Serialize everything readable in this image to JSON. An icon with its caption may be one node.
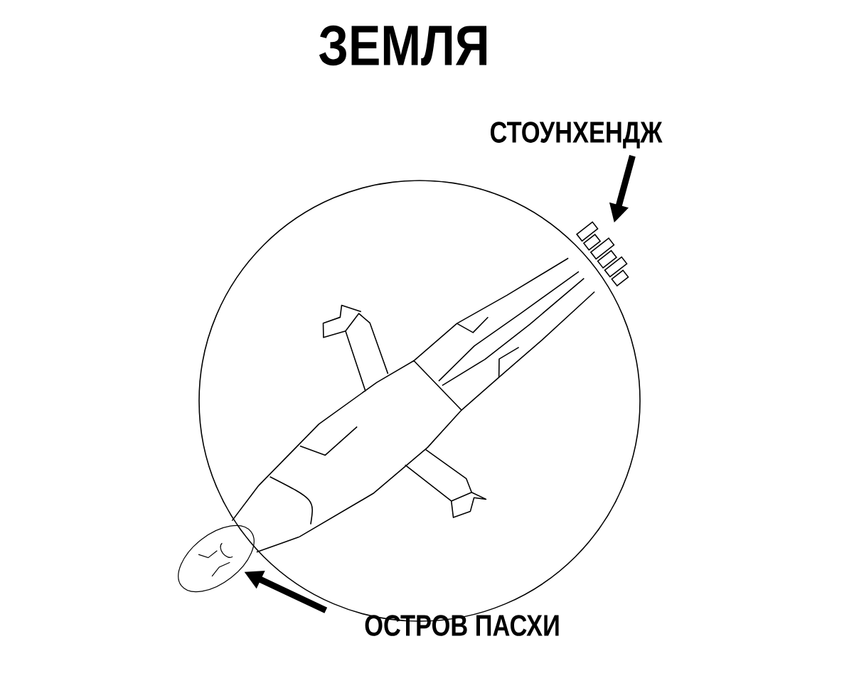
{
  "diagram": {
    "title": "ЗЕМЛЯ",
    "nodes": [
      {
        "text": [
          "СТОУНХЕНДЖ"
        ]
      },
      {
        "text": [],
        "shape": "picture"
      },
      {
        "text": [
          "ОСТРОВ ПАСХИ"
        ]
      },
      {
        "text": [],
        "shape": "picture"
      }
    ],
    "edges": [
      {
        "from": 0,
        "to": 1,
        "arrow": "to"
      },
      {
        "from": 2,
        "to": 3,
        "arrow": "to"
      }
    ]
  }
}
